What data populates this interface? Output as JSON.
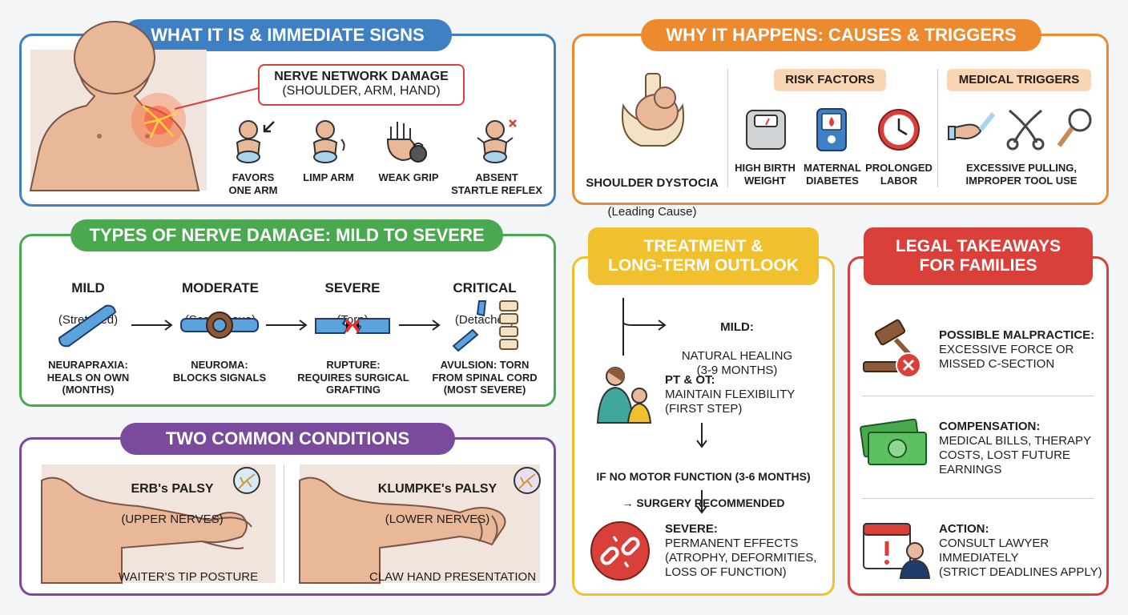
{
  "panel1": {
    "title": "WHAT IT IS & IMMEDIATE SIGNS",
    "callout_title": "NERVE NETWORK DAMAGE",
    "callout_sub": "(SHOULDER, ARM, HAND)",
    "signs": [
      "FAVORS\nONE ARM",
      "LIMP ARM",
      "WEAK GRIP",
      "ABSENT\nSTARTLE REFLEX"
    ]
  },
  "panel2": {
    "title": "WHY IT HAPPENS: CAUSES & TRIGGERS",
    "main_cause": "SHOULDER DYSTOCIA",
    "main_cause_sub": "(Leading Cause)",
    "risk_header": "RISK FACTORS",
    "risks": [
      "HIGH BIRTH\nWEIGHT",
      "MATERNAL\nDIABETES",
      "PROLONGED\nLABOR"
    ],
    "trigger_header": "MEDICAL TRIGGERS",
    "triggers_text": "EXCESSIVE PULLING,\nIMPROPER TOOL USE"
  },
  "panel3": {
    "title": "TYPES OF NERVE DAMAGE: MILD TO SEVERE",
    "types": [
      {
        "name": "MILD",
        "sub": "(Stretched)",
        "desc": "NEURAPRAXIA:\nHEALS ON OWN\n(MONTHS)"
      },
      {
        "name": "MODERATE",
        "sub": "(Scar Tissue)",
        "desc": "NEUROMA:\nBLOCKS SIGNALS"
      },
      {
        "name": "SEVERE",
        "sub": "(Torn)",
        "desc": "RUPTURE:\nREQUIRES SURGICAL\nGRAFTING"
      },
      {
        "name": "CRITICAL",
        "sub": "(Detached)",
        "desc": "AVULSION: TORN\nFROM SPINAL CORD\n(MOST SEVERE)"
      }
    ]
  },
  "panel4": {
    "title": "TWO COMMON CONDITIONS",
    "left_name": "ERB's PALSY",
    "left_sub": "(UPPER NERVES)",
    "left_caption": "WAITER'S TIP POSTURE",
    "right_name": "KLUMPKE's PALSY",
    "right_sub": "(LOWER NERVES)",
    "right_caption": "CLAW HAND PRESENTATION"
  },
  "panel5": {
    "title": "TREATMENT &\nLONG-TERM OUTLOOK",
    "mild_title": "MILD:",
    "mild_text": "NATURAL HEALING\n(3-9 MONTHS)",
    "pt_title": "PT & OT:",
    "pt_text": "MAINTAIN FLEXIBILITY\n(FIRST STEP)",
    "motor_text": "IF NO MOTOR FUNCTION (3-6 MONTHS)",
    "surgery_text": "→ SURGERY RECOMMENDED",
    "severe_title": "SEVERE:",
    "severe_text": "PERMANENT EFFECTS\n(ATROPHY, DEFORMITIES,\nLOSS OF FUNCTION)"
  },
  "panel6": {
    "title": "LEGAL TAKEAWAYS\nFOR FAMILIES",
    "items": [
      {
        "title": "POSSIBLE MALPRACTICE:",
        "text": "EXCESSIVE FORCE OR\nMISSED C-SECTION"
      },
      {
        "title": "COMPENSATION:",
        "text": "MEDICAL BILLS, THERAPY\nCOSTS, LOST FUTURE\nEARNINGS"
      },
      {
        "title": "ACTION:",
        "text": "CONSULT LAWYER\nIMMEDIATELY\n(STRICT DEADLINES APPLY)"
      }
    ]
  },
  "colors": {
    "blue": "#3f7fc4",
    "orange": "#ee8a2e",
    "green": "#4aa84f",
    "purple": "#7a4a9c",
    "yellow": "#f1c02e",
    "red": "#d9403a",
    "skin": "#e8b899"
  }
}
